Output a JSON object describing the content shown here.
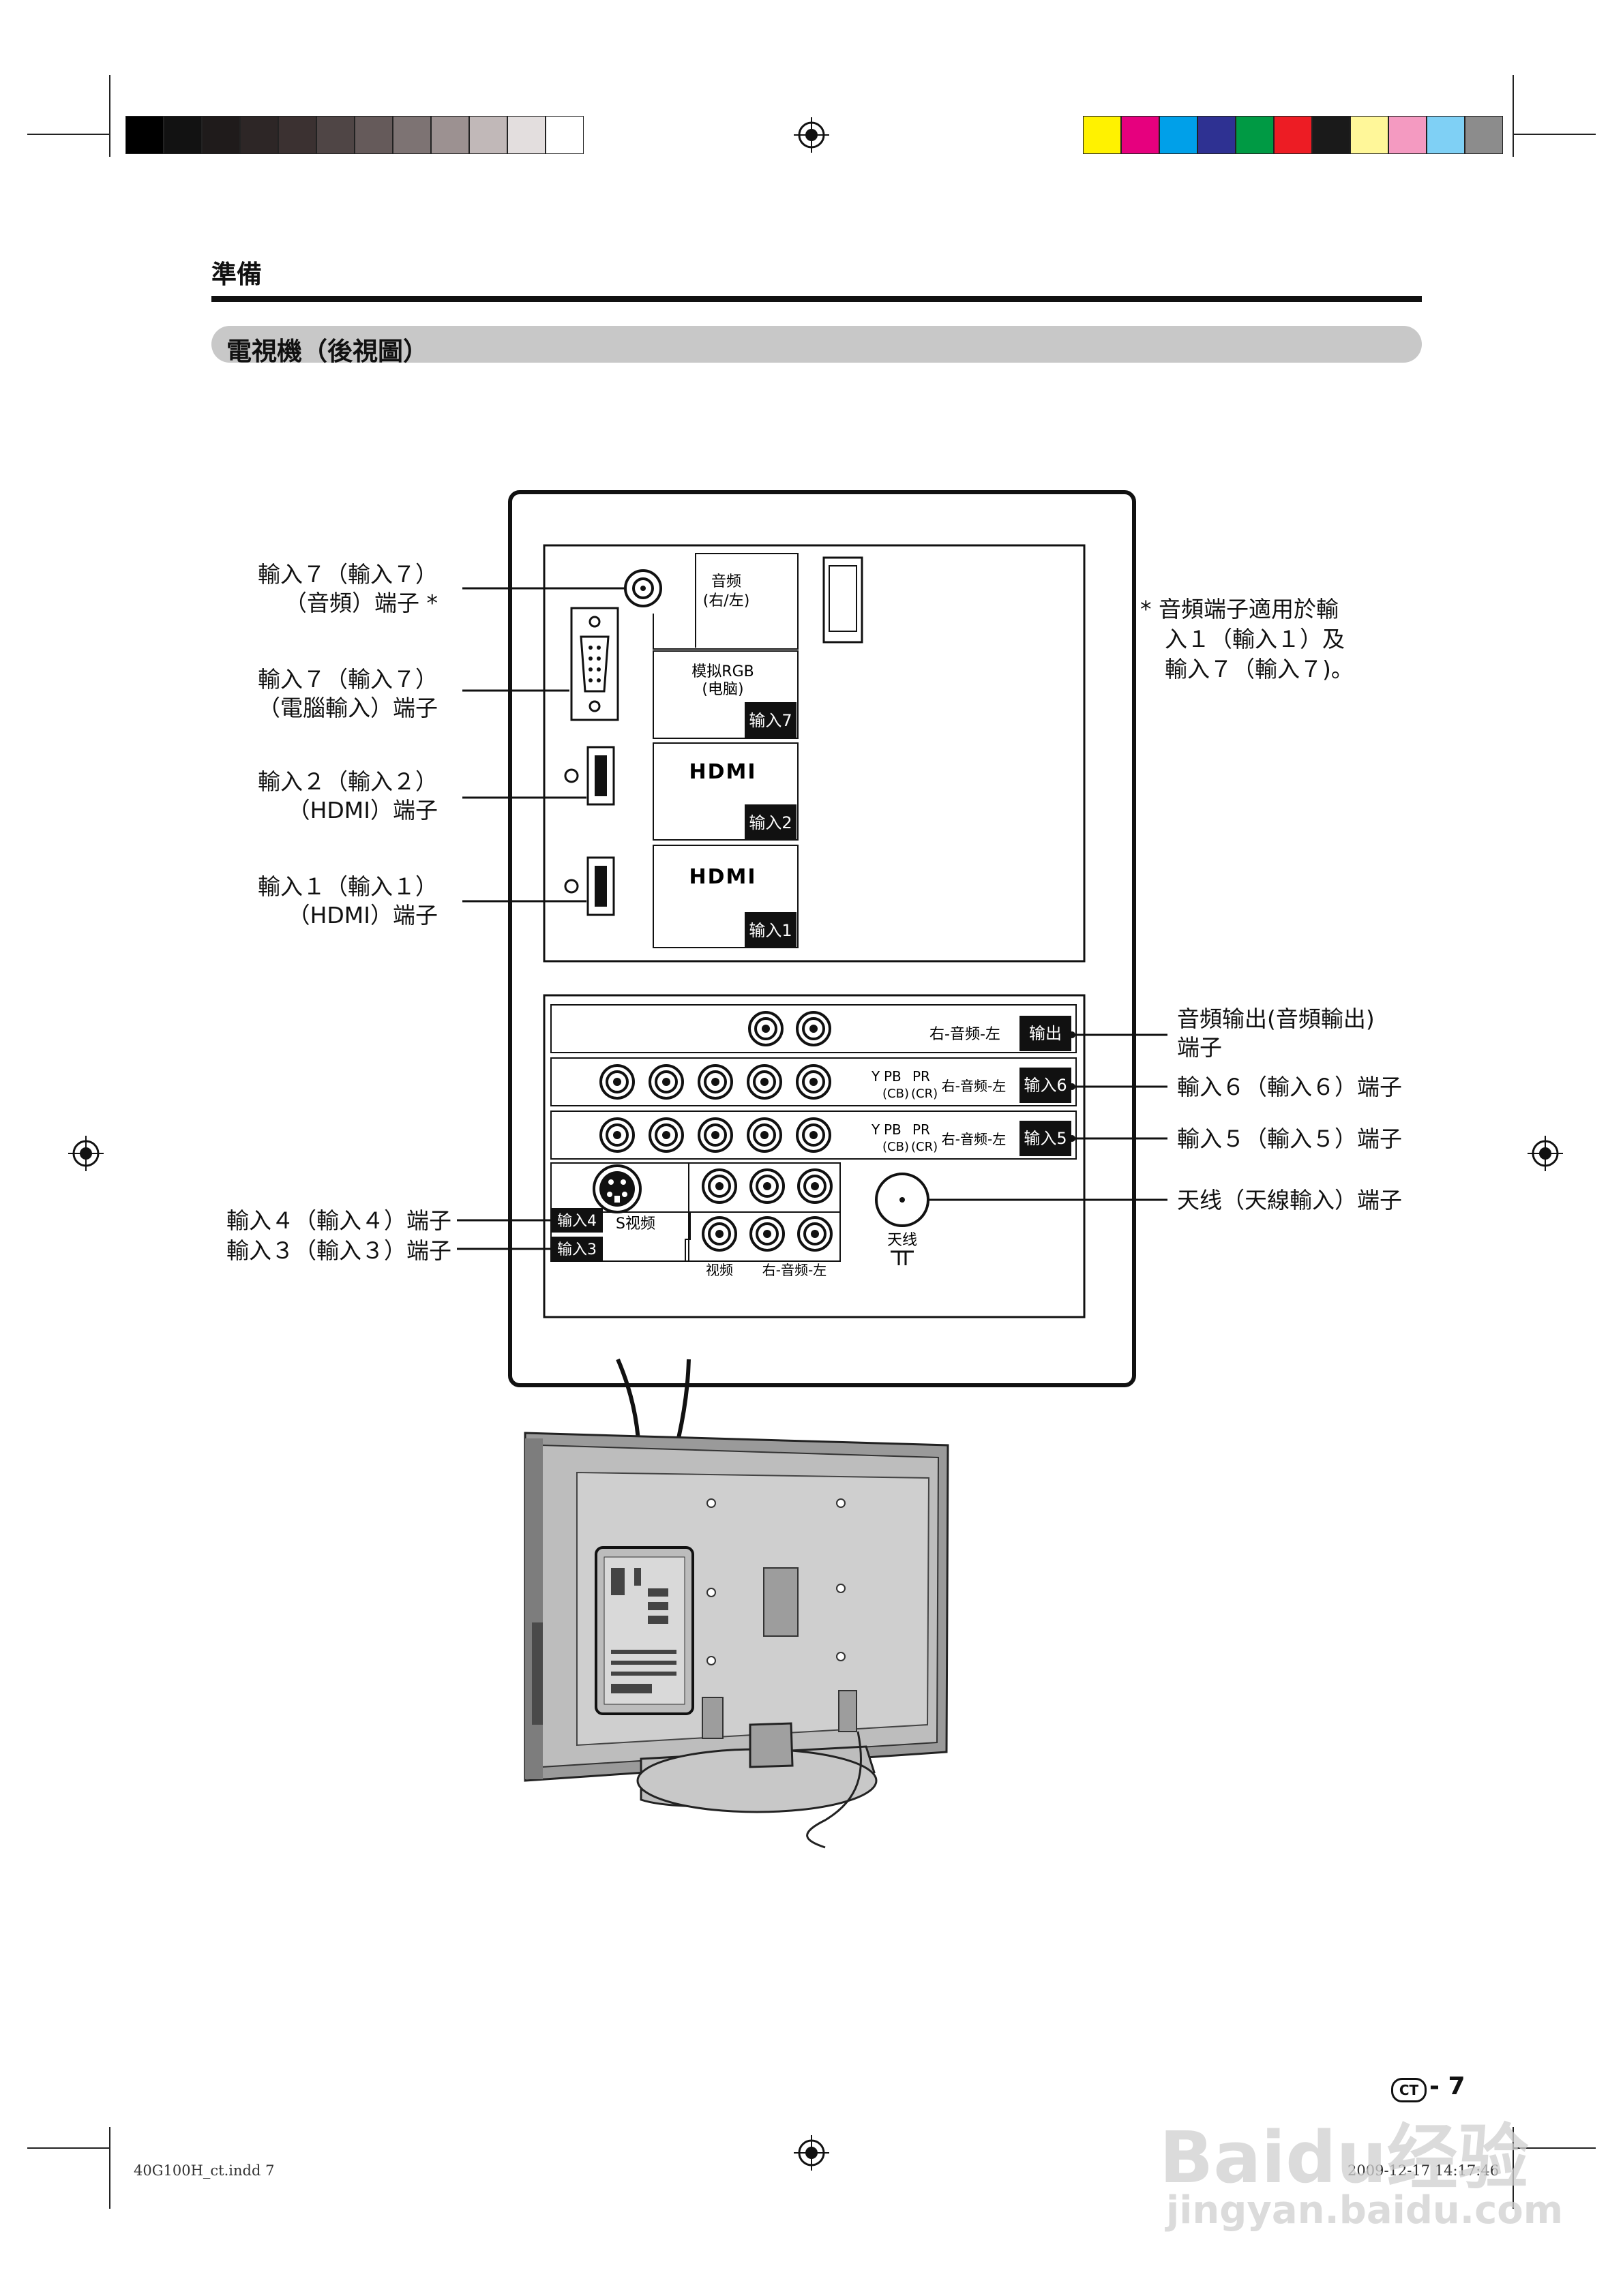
{
  "header": {
    "section": "準備",
    "title": "電視機（後視圖）"
  },
  "labels_left": {
    "in7_audio": [
      "輸入７（輸入７）",
      "（音頻）端子 *"
    ],
    "in7_pc": [
      "輸入７（輸入７）",
      "（電腦輸入）端子"
    ],
    "in2_hdmi": [
      "輸入２（輸入２）",
      "（HDMI）端子"
    ],
    "in1_hdmi": [
      "輸入１（輸入１）",
      "（HDMI）端子"
    ],
    "in4": "輸入４（輸入４）端子",
    "in3": "輸入３（輸入３）端子"
  },
  "labels_right": {
    "note": [
      "*  音頻端子適用於輸",
      "入１（輸入１）及",
      "輸入７（輸入７)。"
    ],
    "audio_out": [
      "音頻输出(音頻輸出)",
      "端子"
    ],
    "in6": "輸入６（輸入６）端子",
    "in5": "輸入５（輸入５）端子",
    "antenna": "天线（天線輸入）端子"
  },
  "panel": {
    "audio_title": "音频",
    "audio_sub": "(右/左)",
    "rgb_title": "模拟RGB",
    "rgb_sub": "(电脑)",
    "tag_in7": "输入7",
    "hdmi_logo": "HDMI",
    "tag_in2": "输入2",
    "tag_in1": "输入1",
    "row_out_text": "右-音频-左",
    "tag_out": "输出",
    "component_y": "Y",
    "component_pb": "PB",
    "component_pr": "PR",
    "component_cb": "(CB)",
    "component_cr": "(CR)",
    "row6_text": "右-音频-左",
    "tag_in6": "输入6",
    "row5_text": "右-音频-左",
    "tag_in5": "输入5",
    "svideo": "S视频",
    "tag_in4": "输入4",
    "tag_in3": "输入3",
    "video": "视频",
    "bottom_audio": "右-音频-左",
    "antenna": "天线"
  },
  "page_badge": "CT",
  "page_number": "- 7",
  "footer_left": "40G100H_ct.indd   7",
  "footer_right": "2009-12-17   14:17:46",
  "watermark_main": "Baidu经验",
  "watermark_url": "jingyan.baidu.com",
  "colors": {
    "grayscale": [
      "#000000",
      "#121212",
      "#1f1b1b",
      "#2d2626",
      "#3b3131",
      "#4f4545",
      "#655a5a",
      "#7d7373",
      "#9c9191",
      "#c1b8b8",
      "#e3dede",
      "#ffffff"
    ],
    "process": [
      "#fff200",
      "#e6007e",
      "#00a0e9",
      "#2e3192",
      "#009a44",
      "#ed1c24",
      "#1a1a1a",
      "#fff799",
      "#f49ac1",
      "#7fd0f5",
      "#8c8c8c"
    ]
  }
}
